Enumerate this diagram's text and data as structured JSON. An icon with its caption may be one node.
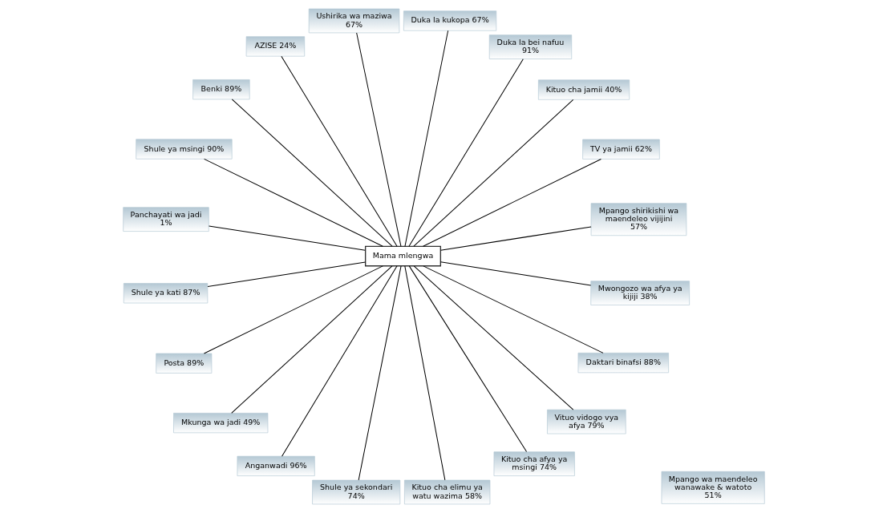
{
  "diagram": {
    "nodes": [
      {
        "text": [
          "Mama mlengwa"
        ]
      },
      {
        "text": [
          "Mpango wa maendeleo wanawake & watoto 51%"
        ]
      },
      {
        "text": [
          "Mpango shirikishi wa maendeleo vijijini 57%"
        ]
      },
      {
        "text": [
          "TV ya jamii 62%"
        ]
      },
      {
        "text": [
          "Kituo cha jamii 40%"
        ]
      },
      {
        "text": [
          "Duka la bei nafuu 91%"
        ]
      },
      {
        "text": [
          "Duka la kukopa 67%"
        ]
      },
      {
        "text": [
          "Ushirika wa maziwa 67%"
        ]
      },
      {
        "text": [
          "AZISE 24%"
        ]
      },
      {
        "text": [
          "Benki 89%"
        ]
      },
      {
        "text": [
          "Shule ya msingi 90%"
        ]
      },
      {
        "text": [
          "Panchayati wa jadi 1%"
        ]
      },
      {
        "text": [
          "Shule ya kati 87%"
        ]
      },
      {
        "text": [
          "Posta 89%"
        ]
      },
      {
        "text": [
          "Mkunga wa jadi 49%"
        ]
      },
      {
        "text": [
          "Anganwadi 96%"
        ]
      },
      {
        "text": [
          "Shule ya sekondari 74%"
        ]
      },
      {
        "text": [
          "Kituo cha elimu ya watu wazima 58%"
        ]
      },
      {
        "text": [
          "Kituo cha afya ya msingi 74%"
        ]
      },
      {
        "text": [
          "Vituo vidogo vya afya 79%"
        ]
      },
      {
        "text": [
          "Daktari binafsi 88%"
        ]
      },
      {
        "text": [
          "Mwongozo wa afya ya kijiji 38%"
        ]
      }
    ],
    "edges": [
      {
        "from": 0,
        "to": 2,
        "arrow": "none"
      },
      {
        "from": 0,
        "to": 3,
        "arrow": "none"
      },
      {
        "from": 0,
        "to": 4,
        "arrow": "none"
      },
      {
        "from": 0,
        "to": 5,
        "arrow": "none"
      },
      {
        "from": 0,
        "to": 6,
        "arrow": "none"
      },
      {
        "from": 0,
        "to": 7,
        "arrow": "none"
      },
      {
        "from": 0,
        "to": 8,
        "arrow": "none"
      },
      {
        "from": 0,
        "to": 9,
        "arrow": "none"
      },
      {
        "from": 0,
        "to": 13,
        "arrow": "none"
      },
      {
        "from": 0,
        "to": 14,
        "arrow": "none"
      },
      {
        "from": 0,
        "to": 21,
        "arrow": "none"
      },
      {
        "from": 0,
        "to": 20,
        "arrow": "none"
      },
      {
        "from": 0,
        "to": 19,
        "arrow": "none"
      },
      {
        "from": 0,
        "to": 18,
        "arrow": "none"
      },
      {
        "from": 0,
        "to": 17,
        "arrow": "none"
      },
      {
        "from": 0,
        "to": 16,
        "arrow": "none"
      },
      {
        "from": 0,
        "to": 15,
        "arrow": "none"
      },
      {
        "from": 0,
        "to": 12,
        "arrow": "none"
      },
      {
        "from": 0,
        "to": 11,
        "arrow": "none"
      },
      {
        "from": 0,
        "to": 10,
        "arrow": "none"
      }
    ]
  }
}
